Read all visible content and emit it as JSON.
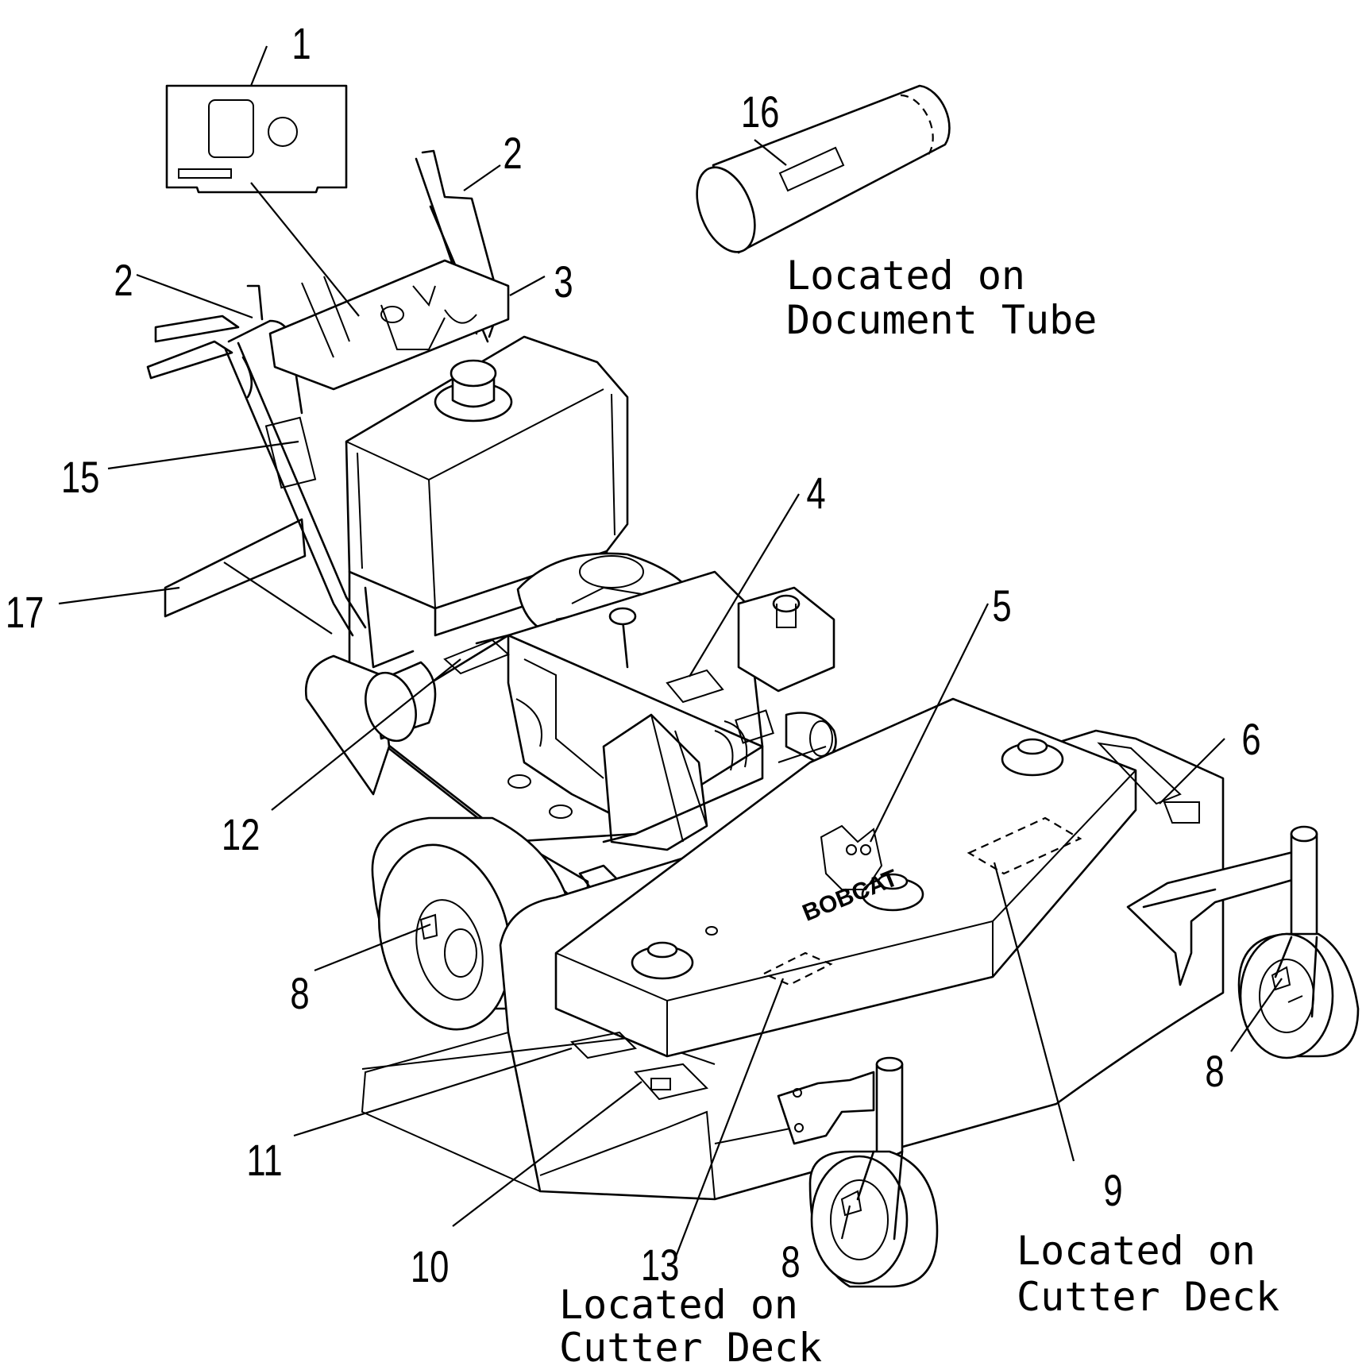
{
  "callouts": {
    "c1": "1",
    "c2a": "2",
    "c2b": "2",
    "c3": "3",
    "c4": "4",
    "c5": "5",
    "c6": "6",
    "c8a": "8",
    "c8b": "8",
    "c8c": "8",
    "c9": "9",
    "c10": "10",
    "c11": "11",
    "c12": "12",
    "c13": "13",
    "c15": "15",
    "c16": "16",
    "c17": "17"
  },
  "notes": {
    "doc_tube_line1": "Located on",
    "doc_tube_line2": "Document Tube",
    "deck9_line1": "Located on",
    "deck9_line2": "Cutter Deck",
    "deck13_line1": "Located on",
    "deck13_line2": "Cutter Deck"
  },
  "logo_text": "BOBCAT"
}
